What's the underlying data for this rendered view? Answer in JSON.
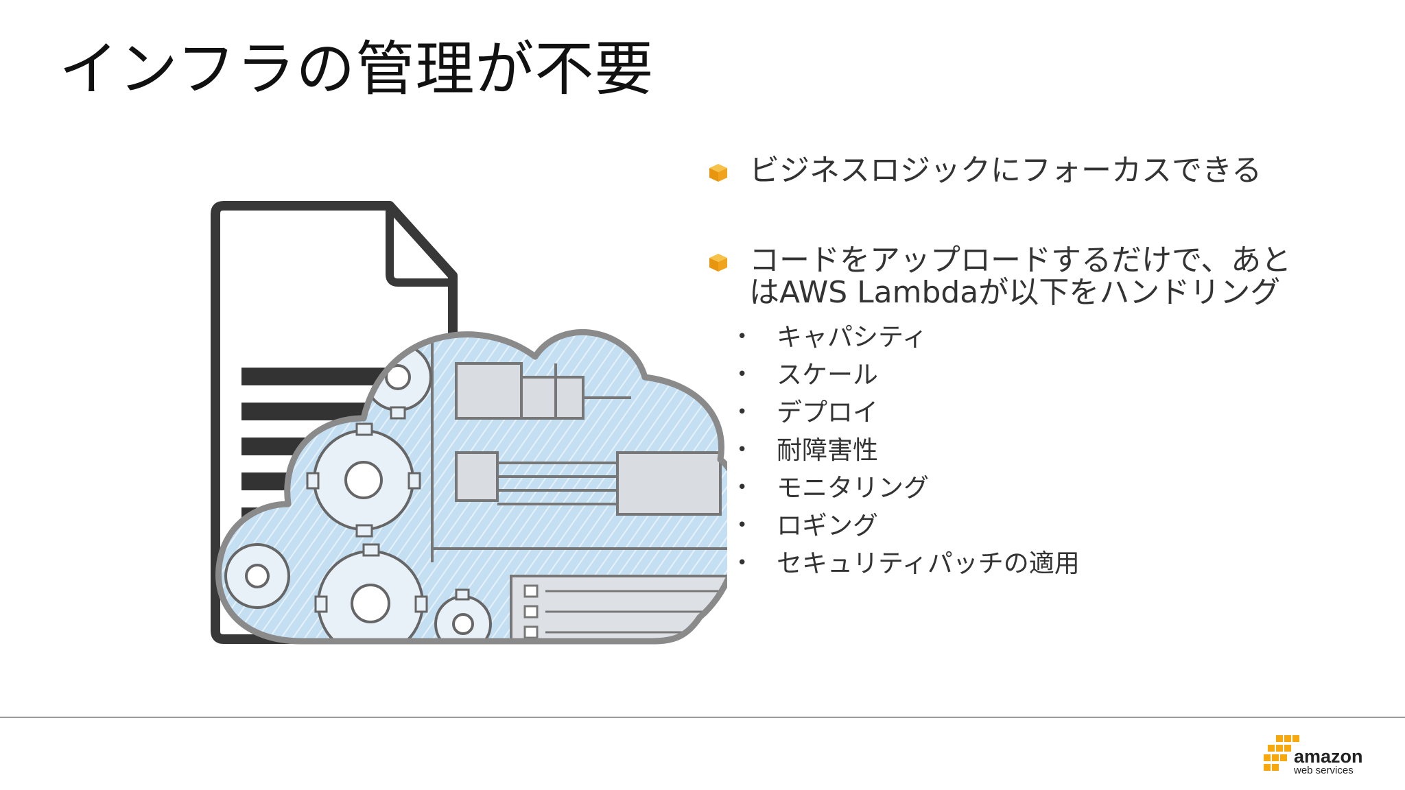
{
  "slide": {
    "title": "インフラの管理が不要",
    "bullets": [
      {
        "text": "ビジネスロジックにフォーカスできる"
      },
      {
        "text_line1": "コードをアップロードするだけで、あと",
        "text_line2": "はAWS Lambdaが以下をハンドリング",
        "sub_items": [
          "キャパシティ",
          "スケール",
          "デプロイ",
          "耐障害性",
          "モニタリング",
          "ロギング",
          "セキュリティパッチの適用"
        ]
      }
    ]
  },
  "logo": {
    "word": "amazon",
    "subword": "web services"
  },
  "colors": {
    "bullet_accent": "#f0a31c",
    "logo_orange": "#f7a80d",
    "cloud_fill": "#bcd9ef",
    "outline": "#333333"
  },
  "icons": {
    "bullet_marker": "aws-cube-icon",
    "illustration": "document-and-cloud-gears-illustration"
  }
}
